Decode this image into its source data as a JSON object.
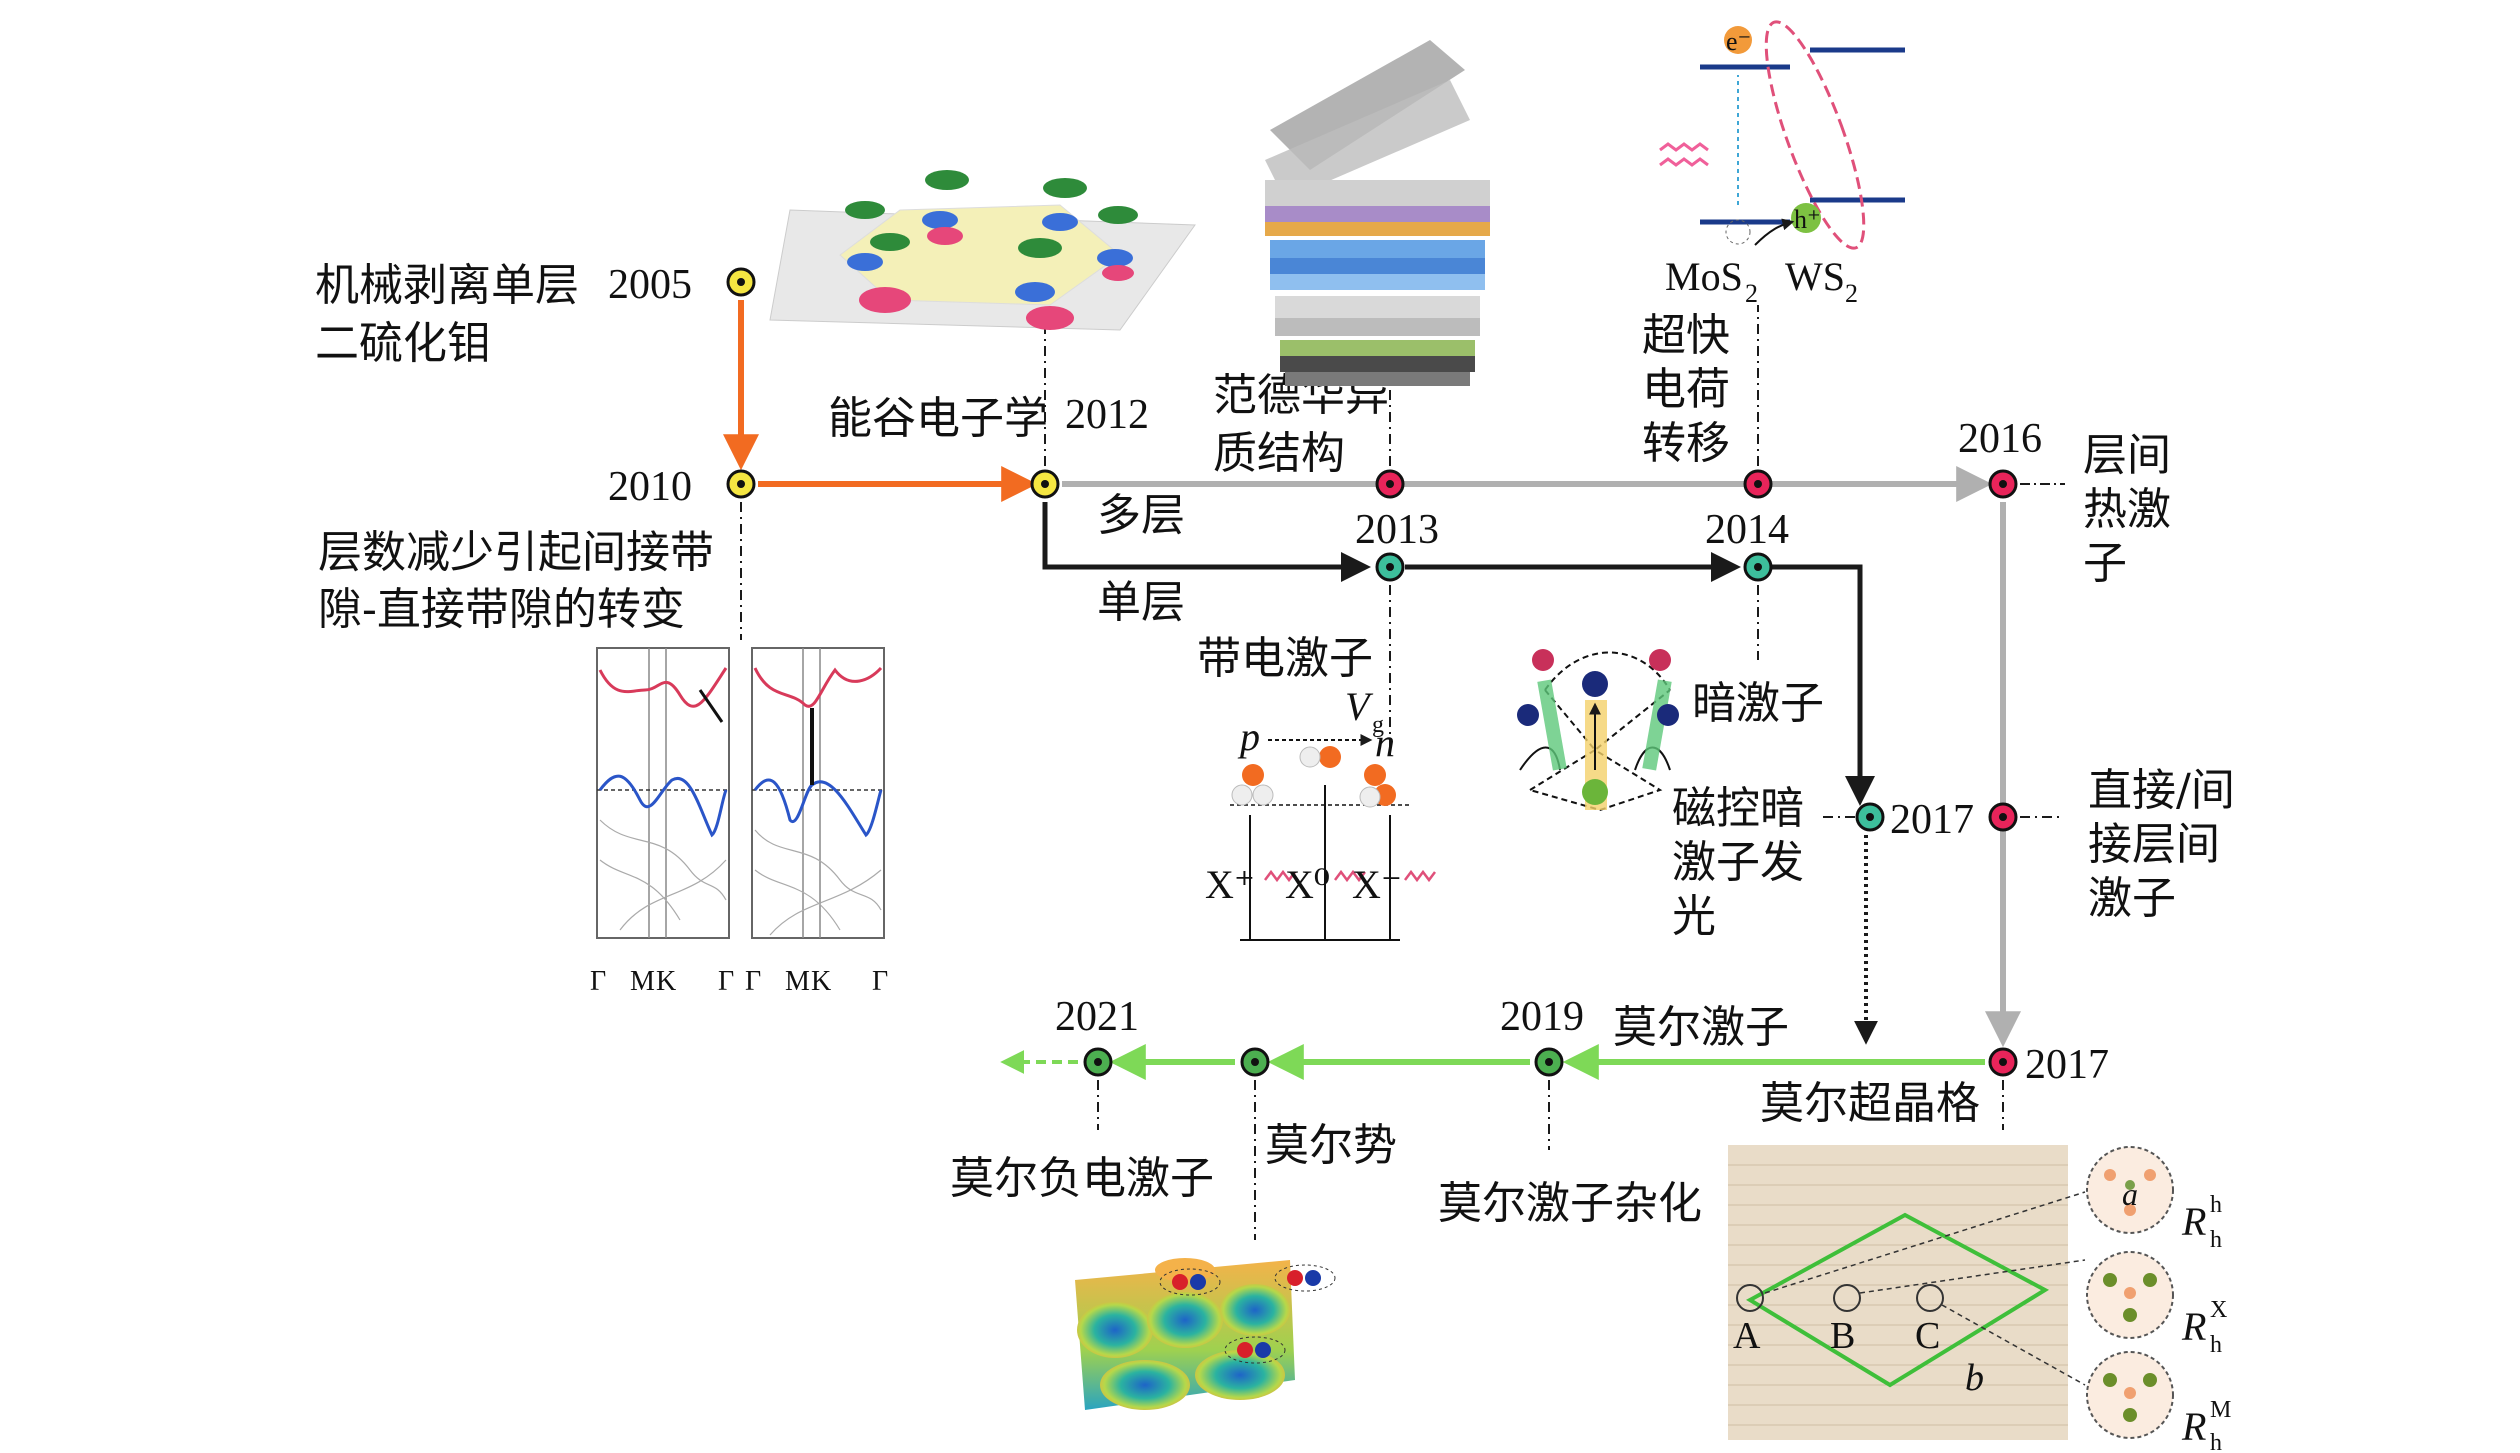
{
  "colors": {
    "orange": "#f26b21",
    "gray": "#b0b0b0",
    "black": "#1a1a1a",
    "green": "#7ed957",
    "node_yellow": "#f5e642",
    "node_red": "#e8245a",
    "node_teal": "#3dbf9c",
    "node_green": "#4caf50"
  },
  "labels": {
    "y2005": "2005",
    "y2010": "2010",
    "y2012": "2012",
    "y2013": "2013",
    "y2014": "2014",
    "y2016": "2016",
    "y2017a": "2017",
    "y2017b": "2017",
    "y2019": "2019",
    "y2021": "2021",
    "mech_exfoliation": [
      "机械剥离单层",
      "二硫化钼"
    ],
    "layer_transition": [
      "层数减少引起间接带",
      "隙-直接带隙的转变"
    ],
    "valleytronics": "能谷电子学",
    "vdw_hetero": [
      "范德华异",
      "质结构"
    ],
    "ultrafast": [
      "超快",
      "电荷",
      "转移"
    ],
    "interlayer_hot": [
      "层间",
      "热激",
      "子"
    ],
    "multilayer": "多层",
    "monolayer": "单层",
    "charged_exciton": "带电激子",
    "dark_exciton": "暗激子",
    "magnetic_dark": [
      "磁控暗",
      "激子发",
      "光"
    ],
    "direct_indirect": [
      "直接/间",
      "接层间",
      "激子"
    ],
    "moire_exciton": "莫尔激子",
    "moire_superlattice": "莫尔超晶格",
    "moire_potential": "莫尔势",
    "moire_trion": "莫尔负电激子",
    "moire_hybrid": "莫尔激子杂化"
  },
  "inset_text": {
    "mos2": "MoS",
    "ws2": "WS",
    "sub2": "2",
    "e_minus": "e⁻",
    "h_plus": "h⁺",
    "vg": "V",
    "vg_sub": "g",
    "p": "p",
    "n": "n",
    "xplus": "X⁺",
    "x0": "X⁰",
    "xminus": "X⁻",
    "band_ticks": [
      "Γ",
      "M",
      "K",
      "Γ",
      "Γ",
      "M",
      "K",
      "Γ"
    ],
    "site_a": "A",
    "site_b": "B",
    "site_c": "C",
    "vec_a": "a",
    "vec_b": "b",
    "rh": "R",
    "rh_sub": "h",
    "rh_sup": [
      "h",
      "X",
      "M"
    ]
  }
}
